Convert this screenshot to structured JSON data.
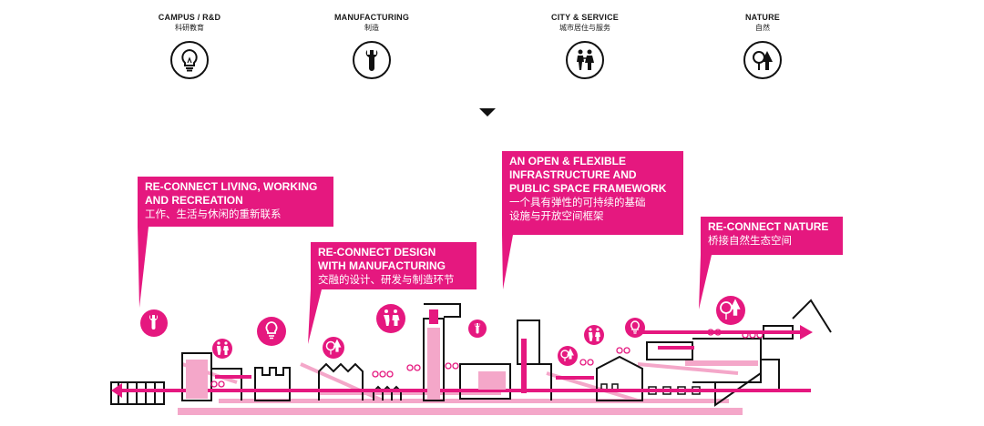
{
  "categories": [
    {
      "en": "CAMPUS / R&D",
      "zh": "科研教育",
      "icon": "lightbulb-icon"
    },
    {
      "en": "MANUFACTURING",
      "zh": "制造",
      "icon": "wrench-icon"
    },
    {
      "en": "CITY & SERVICE",
      "zh": "城市居住与服务",
      "icon": "people-icon"
    },
    {
      "en": "NATURE",
      "zh": "自然",
      "icon": "tree-icon"
    }
  ],
  "callouts": [
    {
      "title": "RE-CONNECT LIVING, WORKING\nAND RECREATION",
      "subtitle": "工作、生活与休闲的重新联系"
    },
    {
      "title": "RE-CONNECT DESIGN\nWITH MANUFACTURING",
      "subtitle": "交融的设计、研发与制造环节"
    },
    {
      "title": "AN OPEN & FLEXIBLE\nINFRASTRUCTURE AND\nPUBLIC SPACE FRAMEWORK",
      "subtitle": "一个具有弹性的可持续的基础\n设施与开放空间框架"
    },
    {
      "title": "RE-CONNECT NATURE",
      "subtitle": "桥接自然生态空间"
    }
  ],
  "colors": {
    "accent": "#e5187f",
    "accent_light": "#f4a7c9",
    "ink": "#111111"
  }
}
